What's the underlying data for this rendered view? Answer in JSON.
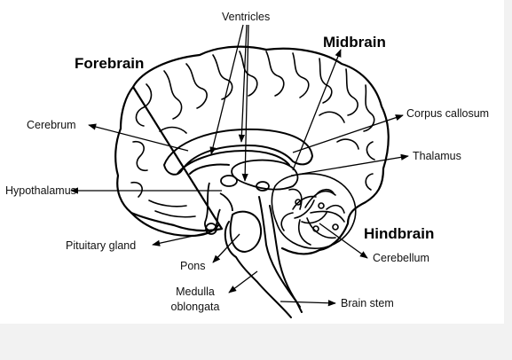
{
  "diagram": {
    "regions": {
      "forebrain": "Forebrain",
      "midbrain": "Midbrain",
      "hindbrain": "Hindbrain"
    },
    "labels": {
      "ventricles": "Ventricles",
      "cerebrum": "Cerebrum",
      "corpus_callosum": "Corpus callosum",
      "thalamus": "Thalamus",
      "hypothalamus": "Hypothalamus",
      "pituitary_gland": "Pituitary gland",
      "pons": "Pons",
      "cerebellum": "Cerebellum",
      "medulla_line1": "Medulla",
      "medulla_line2": "oblongata",
      "brain_stem": "Brain stem"
    },
    "colors": {
      "background": "#f2f2f2",
      "canvas": "#ffffff",
      "ink": "#000000"
    }
  }
}
